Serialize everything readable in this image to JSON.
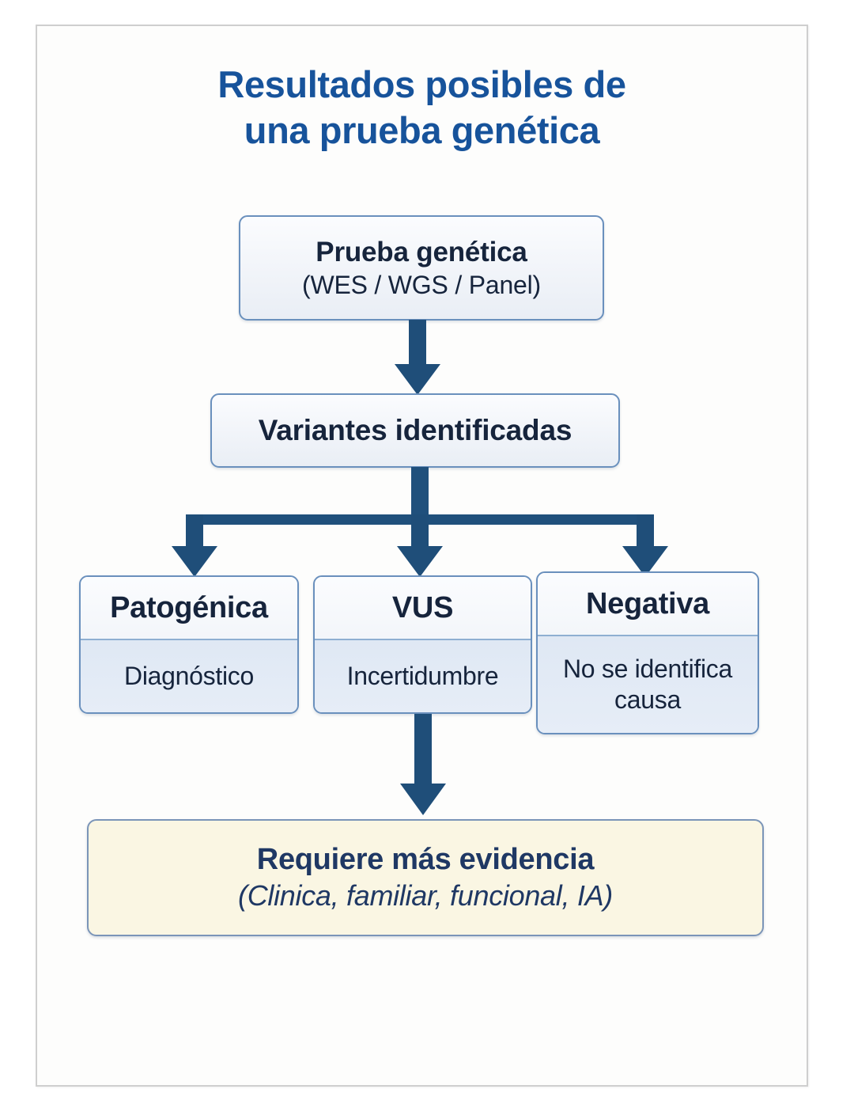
{
  "figure": {
    "title_line1": "Resultados posibles de",
    "title_line2": "una prueba genética",
    "title_color": "#17539b",
    "frame_color": "#cfcfcf",
    "connector_color": "#1f4e79",
    "background": "#ffffff"
  },
  "nodes": {
    "test": {
      "primary": "Prueba genética",
      "secondary": "(WES / WGS / Panel)",
      "fill": "#f1f4f9",
      "border": "#6a90bd"
    },
    "variants": {
      "primary": "Variantes identificadas",
      "fill": "#f1f4f9",
      "border": "#6a90bd"
    },
    "evidence": {
      "primary": "Requiere más evidencia",
      "secondary": "(Clinica, familiar, funcional, IA)",
      "fill": "#faf6e3",
      "border": "#7b95b8",
      "text_color": "#1f3864"
    }
  },
  "outcomes": [
    {
      "header": "Patogénica",
      "body": "Diagnóstico",
      "header_fill": "#f7f9fc",
      "body_fill": "#dfe8f4"
    },
    {
      "header": "VUS",
      "body": "Incertidumbre",
      "header_fill": "#f7f9fc",
      "body_fill": "#dfe8f4"
    },
    {
      "header": "Negativa",
      "body": "No se identifica causa",
      "header_fill": "#f7f9fc",
      "body_fill": "#dfe8f4"
    }
  ],
  "connectors": [
    {
      "name": "test-to-variants",
      "from": "test",
      "to": "variants",
      "style": "down-arrow"
    },
    {
      "name": "variants-to-branches",
      "from": "variants",
      "to": "outcomes",
      "style": "split-three-down-arrows"
    },
    {
      "name": "vus-to-evidence",
      "from": "VUS",
      "to": "evidence",
      "style": "down-arrow"
    }
  ],
  "flow_data": {
    "type": "flowchart",
    "title": "Resultados posibles de una prueba genética",
    "direction": "top-to-bottom",
    "steps": [
      {
        "id": "test",
        "label": "Prueba genética (WES / WGS / Panel)",
        "level": 1
      },
      {
        "id": "variants",
        "label": "Variantes identificadas",
        "level": 2
      },
      {
        "id": "pathogenic",
        "label": "Patogénica — Diagnóstico",
        "level": 3
      },
      {
        "id": "vus",
        "label": "VUS — Incertidumbre",
        "level": 3
      },
      {
        "id": "negative",
        "label": "Negativa — No se identifica causa",
        "level": 3
      },
      {
        "id": "evidence",
        "label": "Requiere más evidencia (Clinica, familiar, funcional, IA)",
        "level": 4
      }
    ],
    "edges": [
      {
        "from": "test",
        "to": "variants"
      },
      {
        "from": "variants",
        "to": "pathogenic"
      },
      {
        "from": "variants",
        "to": "vus"
      },
      {
        "from": "variants",
        "to": "negative"
      },
      {
        "from": "vus",
        "to": "evidence"
      }
    ]
  }
}
